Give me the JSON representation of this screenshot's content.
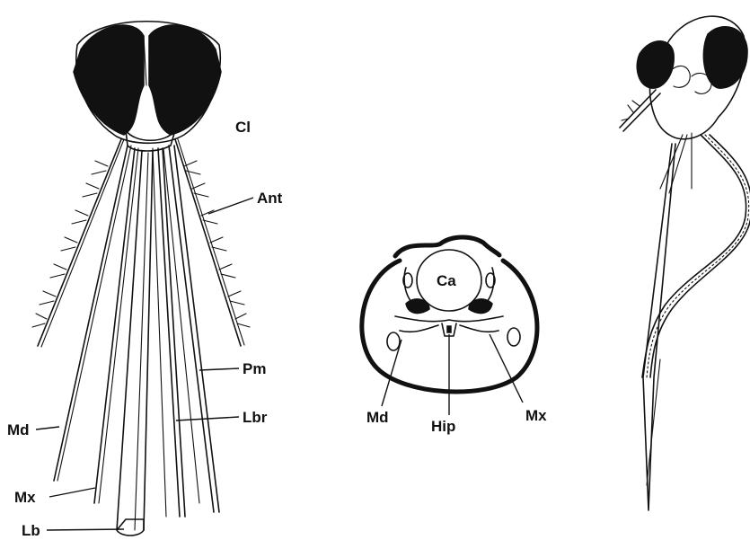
{
  "figure": {
    "front_view": {
      "labels": {
        "cl": "Cl",
        "ant": "Ant",
        "pm": "Pm",
        "lbr": "Lbr",
        "md": "Md",
        "mx": "Mx",
        "lb": "Lb"
      }
    },
    "cross_section": {
      "labels": {
        "ca": "Ca",
        "md": "Md",
        "hip": "Hip",
        "mx": "Mx"
      }
    },
    "lateral_view": {}
  },
  "colors": {
    "ink": "#111111",
    "background": "#ffffff"
  }
}
